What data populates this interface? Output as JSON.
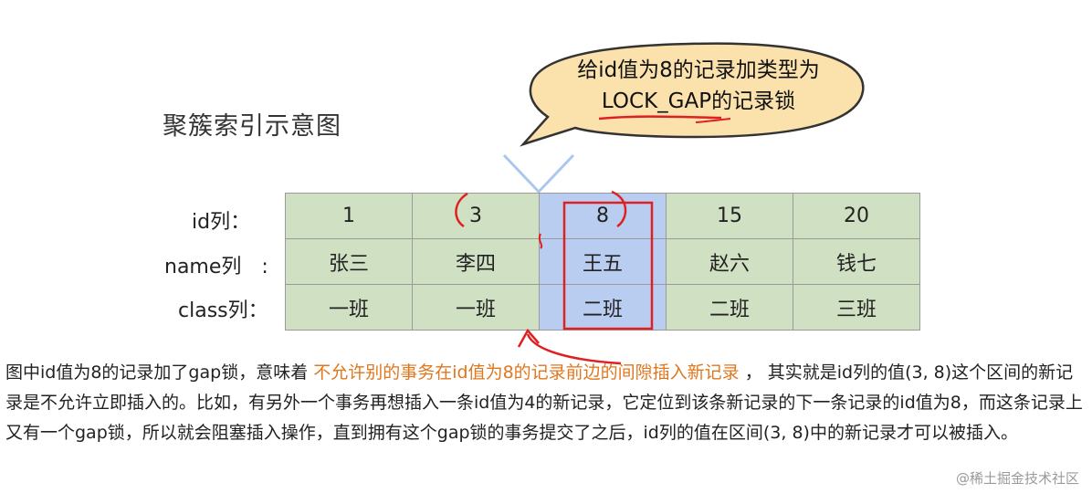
{
  "title": "聚簇索引示意图",
  "callout": {
    "line1": "给id值为8的记录加类型为",
    "line2": "LOCK_GAP的记录锁"
  },
  "row_labels": {
    "id": "id列：",
    "name": "name列　:",
    "class": "class列："
  },
  "table": {
    "ids": [
      "1",
      "3",
      "8",
      "15",
      "20"
    ],
    "names": [
      "张三",
      "李四",
      "王五",
      "赵六",
      "钱七"
    ],
    "classes": [
      "一班",
      "一班",
      "二班",
      "二班",
      "三班"
    ]
  },
  "paragraph": {
    "before": "图中id值为8的记录加了gap锁，意味着 ",
    "highlight": "不允许别的事务在id值为8的记录前边的间隙插入新记录",
    "after": " ， 其实就是id列的值(3, 8)这个区间的新记录是不允许立即插入的。比如，有另外一个事务再想插入一条id值为4的新记录，它定位到该条新记录的下一条记录的id值为8，而这条记录上又有一个gap锁，所以就会阻塞插入操作，直到拥有这个gap锁的事务提交了之后，id列的值在区间(3, 8)中的新记录才可以被插入。"
  },
  "watermark": "@稀土掘金技术社区",
  "colors": {
    "cell_green": "#cfe0c3",
    "cell_highlight": "#b9cdf0",
    "bubble_fill": "#fbe2ad",
    "annotation_red": "#e02020",
    "pointer_blue": "#aac8ee",
    "highlight_text": "#e0771e"
  }
}
